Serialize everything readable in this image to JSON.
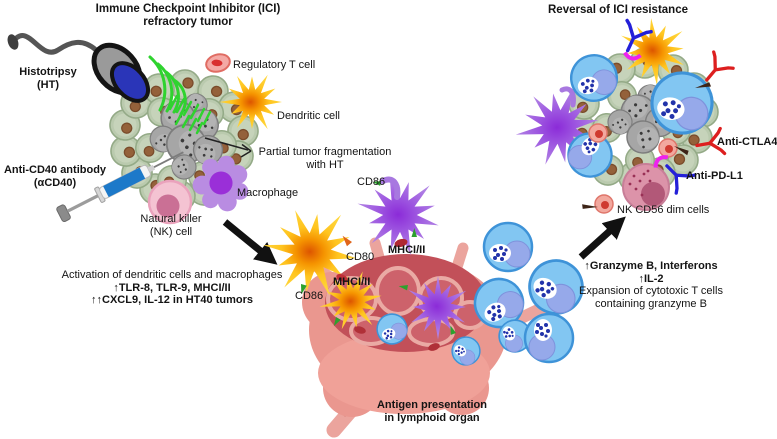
{
  "figure": {
    "left": {
      "title1": "Immune Checkpoint Inhibitor (ICI)",
      "title2": "refractory tumor",
      "histotripsy1": "Histotripsy",
      "histotripsy2": "(HT)",
      "anti_cd40_1": "Anti-CD40 antibody",
      "anti_cd40_2": "(αCD40)",
      "regulatory_t_cell": "Regulatory T cell",
      "dendritic_cell": "Dendritic cell",
      "partial_frag1": "Partial tumor fragmentation",
      "partial_frag2": "with HT",
      "macrophage": "Macrophage",
      "nk1": "Natural killer",
      "nk2": "(NK) cell",
      "activation1": "Activation of dendritic cells and macrophages",
      "activation2": "↑TLR-8, TLR-9, MHCI/II",
      "activation3": "↑↑CXCL9, IL-12 in HT40 tumors"
    },
    "middle": {
      "cd86_top": "CD86",
      "mhc_top": "MHCI/II",
      "cd80": "CD80",
      "mhc_mid": "MHCI/II",
      "cd86_bottom": "CD86",
      "antigen1": "Antigen presentation",
      "antigen2": "in lymphoid organ"
    },
    "right": {
      "title": "Reversal of ICI resistance",
      "anti_ctla4": "Anti-CTLA4",
      "anti_pdl1": "Anti-PD-L1",
      "nk_cd56": "NK CD56 dim cells",
      "granzyme1": "↑Granzyme B, Interferons",
      "granzyme2": "↑IL-2",
      "granzyme3": "Expansion of cytotoxic T cells",
      "granzyme4": "containing granzyme B"
    },
    "colors": {
      "wave_green": "#2fd32f",
      "tumor_cell_green": "#bacaae",
      "tumor_cell_nucleus_brown": "#94613a",
      "tumor_core_gray": "#a6a6a6",
      "dendritic_yellow": "#ffc41f",
      "dendritic_purple": "#9d55e0",
      "t_cell_blue": "#82c6f2",
      "granzyme_navy": "#2233aa",
      "lymph_node_pink": "#ea978f",
      "lymph_node_dark": "#c25059",
      "antibody_red": "#dd1f1f",
      "antibody_blue": "#2420d8",
      "antibody_magenta": "#ee22ee",
      "syringe_blue": "#1d79c9",
      "nk_pink": "#f4c3d2",
      "text": "#141414"
    }
  }
}
